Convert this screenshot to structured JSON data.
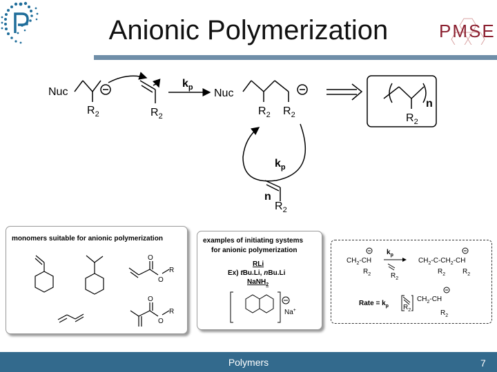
{
  "slide": {
    "title": "Anionic Polymerization",
    "footer": "Polymers",
    "page_number": "7",
    "logo_right_text": "PMSE"
  },
  "scheme": {
    "nuc": "Nuc",
    "r2": "R",
    "sub2": "2",
    "kp": "k",
    "kp_sub": "p",
    "n": "n"
  },
  "panel1": {
    "title": "monomers suitable for anionic polymerization",
    "ester_o": "O",
    "ester_r": "R"
  },
  "panel2": {
    "title_line1": "examples of initiating systems",
    "title_line2": "for anionic polymerization",
    "rli": "RLi",
    "ex": "Ex) ",
    "tbuli": "t",
    "tbuli_rest": "Bu.Li, ",
    "nbuli": "n",
    "nbuli_rest": "Bu.Li",
    "nanh2": "NaNH",
    "nanh2_sub": "2",
    "na": "Na",
    "na_sup": "+"
  },
  "panel3": {
    "ch2": "CH",
    "ch": "CH",
    "c": "C",
    "rate_label": "Rate = k",
    "rate_sub": "p",
    "sub2": "2"
  }
}
